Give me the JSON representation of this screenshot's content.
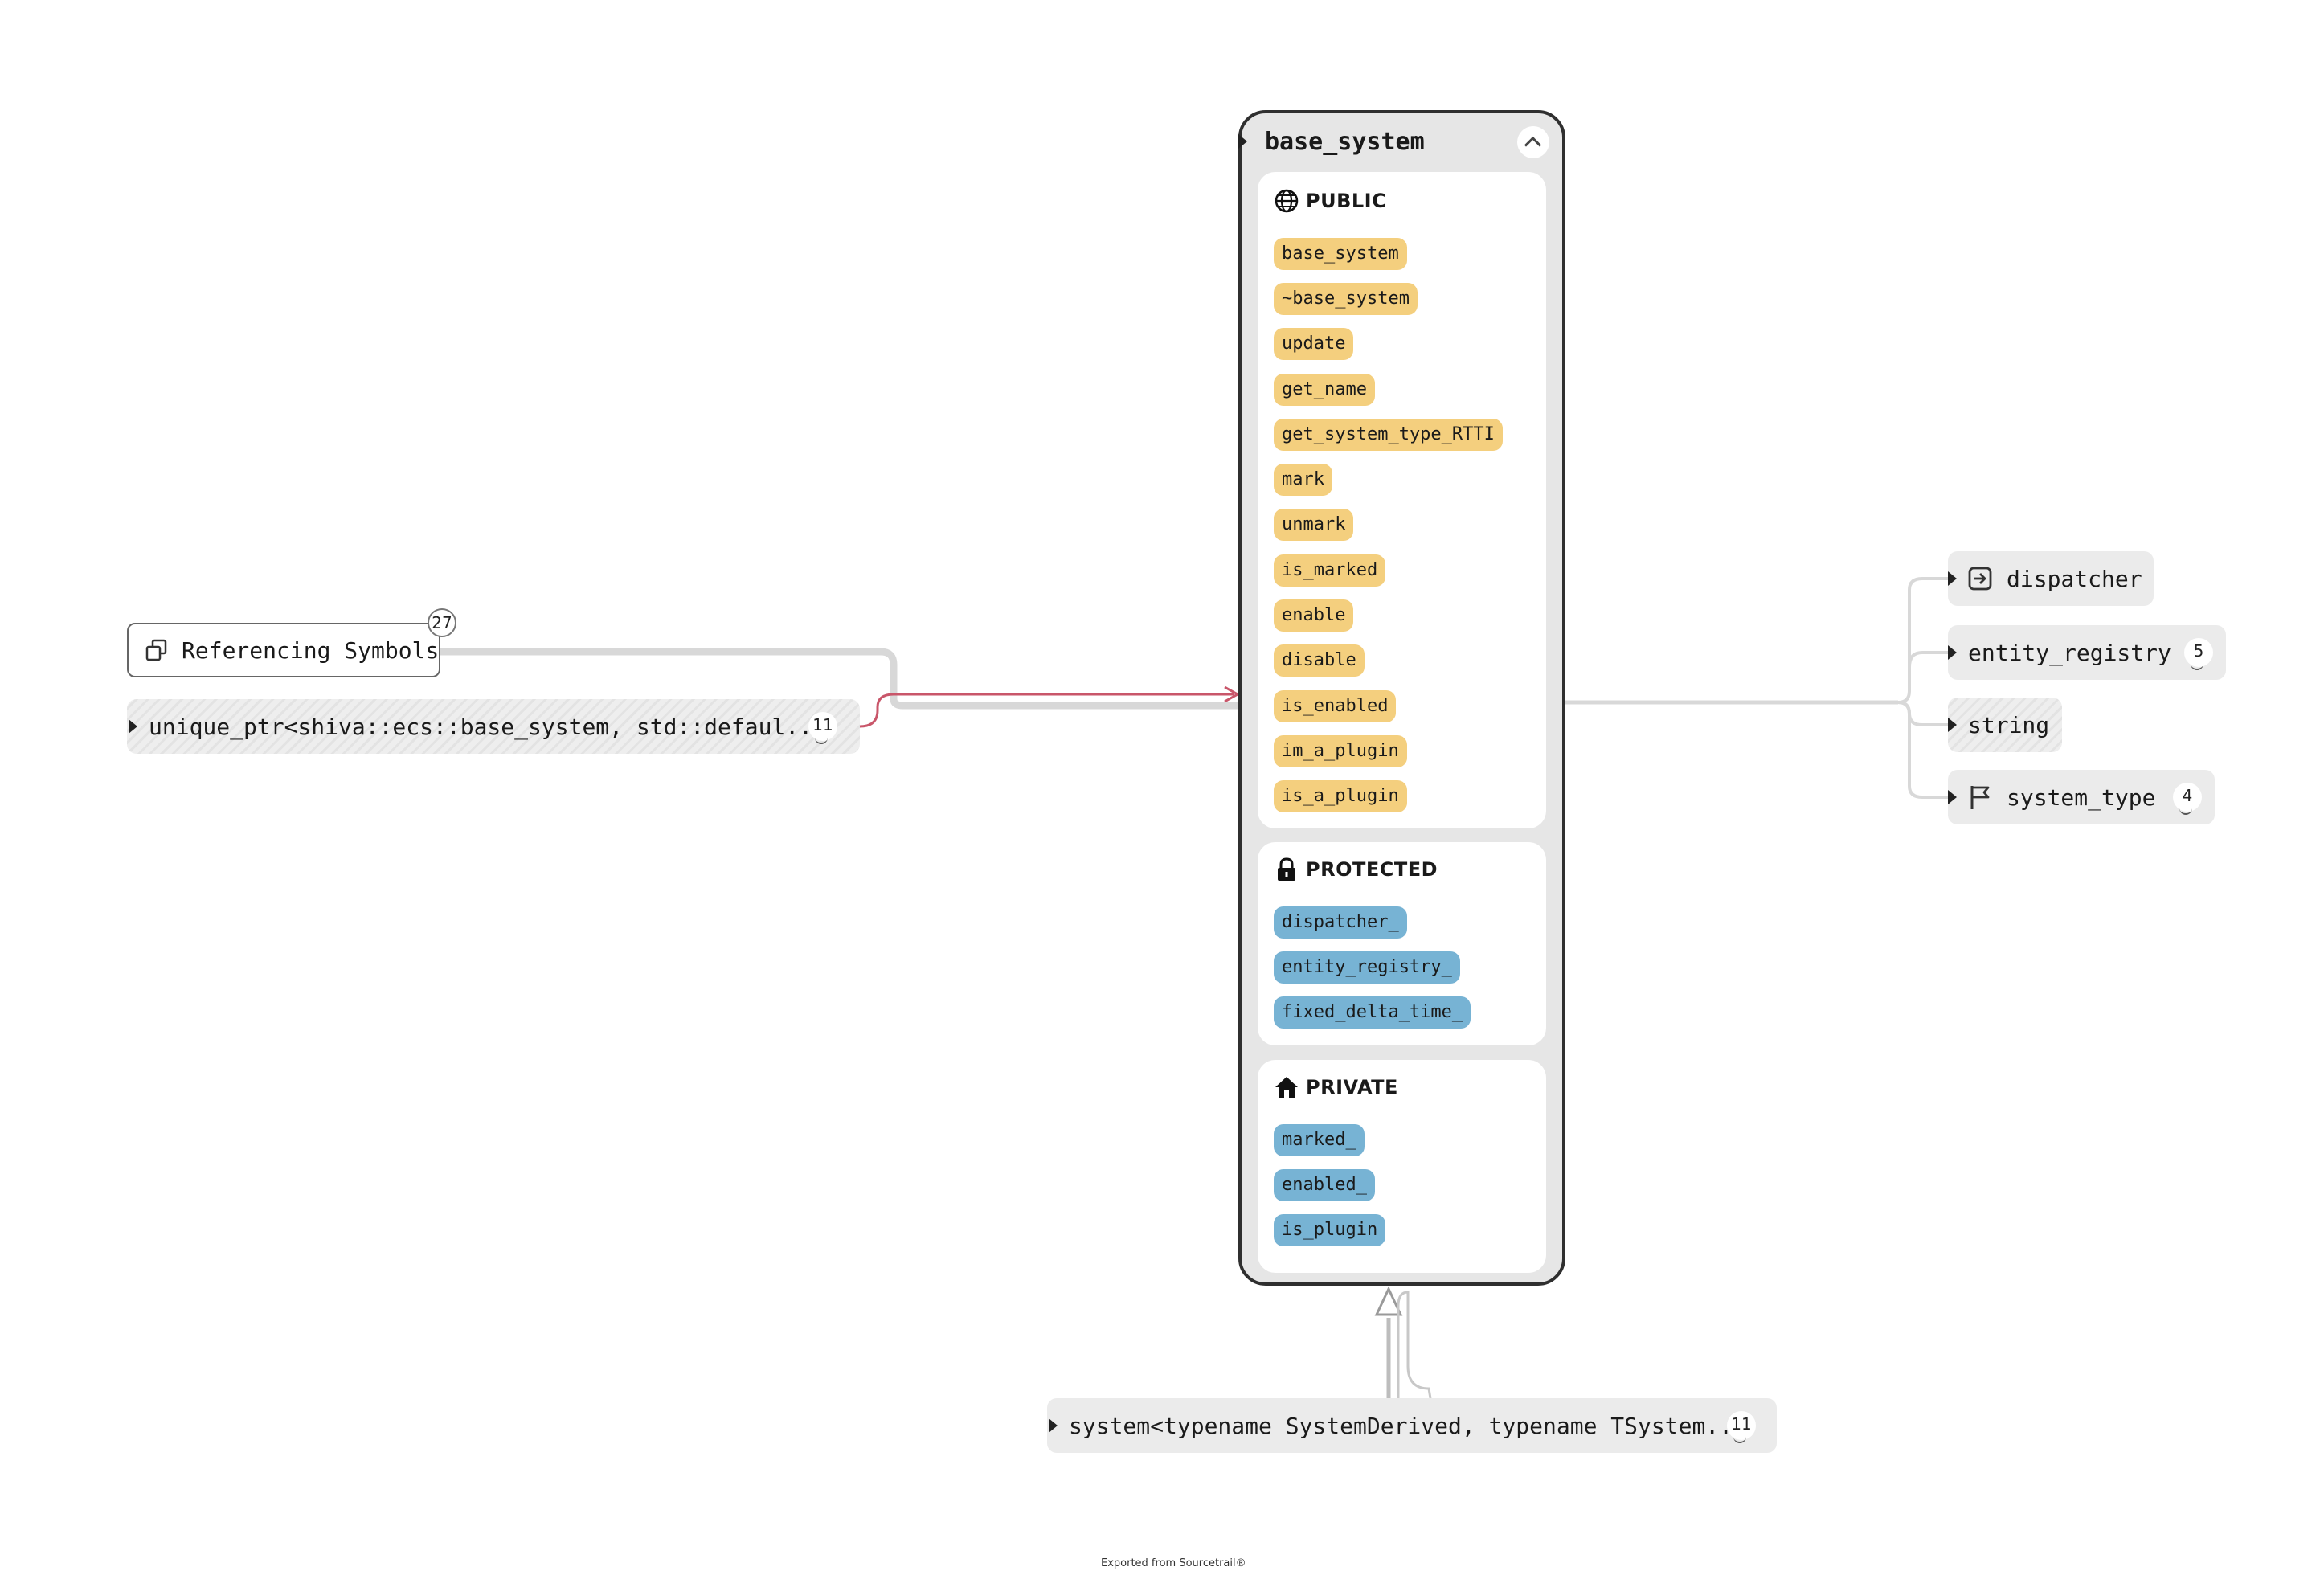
{
  "class": {
    "name": "base_system",
    "sections": [
      {
        "title": "PUBLIC",
        "icon": "globe-icon",
        "kind": "function",
        "members": [
          "base_system",
          "~base_system",
          "update",
          "get_name",
          "get_system_type_RTTI",
          "mark",
          "unmark",
          "is_marked",
          "enable",
          "disable",
          "is_enabled",
          "im_a_plugin",
          "is_a_plugin"
        ]
      },
      {
        "title": "PROTECTED",
        "icon": "lock-icon",
        "kind": "variable",
        "members": [
          "dispatcher_",
          "entity_registry_",
          "fixed_delta_time_"
        ]
      },
      {
        "title": "PRIVATE",
        "icon": "house-icon",
        "kind": "variable",
        "members": [
          "marked_",
          "enabled_",
          "is_plugin"
        ]
      }
    ]
  },
  "referencing": {
    "label": "Referencing Symbols",
    "count": "27",
    "icon": "overlapping-squares-icon"
  },
  "unique_ptr": {
    "label": "unique_ptr<shiva::ecs::base_system, std::defaul...",
    "count": "11"
  },
  "derived": {
    "label": "system<typename SystemDerived, typename TSystem...",
    "count": "11"
  },
  "dependencies": [
    {
      "label": "dispatcher",
      "icon": "enter-box-icon",
      "count": ""
    },
    {
      "label": "entity_registry",
      "icon": "",
      "count": "5"
    },
    {
      "label": "string",
      "icon": "",
      "count": ""
    },
    {
      "label": "system_type",
      "icon": "flag-icon",
      "count": "4"
    }
  ],
  "footer": "Exported from Sourcetrail®",
  "colors": {
    "function": "#f4cf7e",
    "variable": "#77b3d4",
    "edge": "#d8d8d8",
    "highlight_edge": "#c9566a"
  }
}
